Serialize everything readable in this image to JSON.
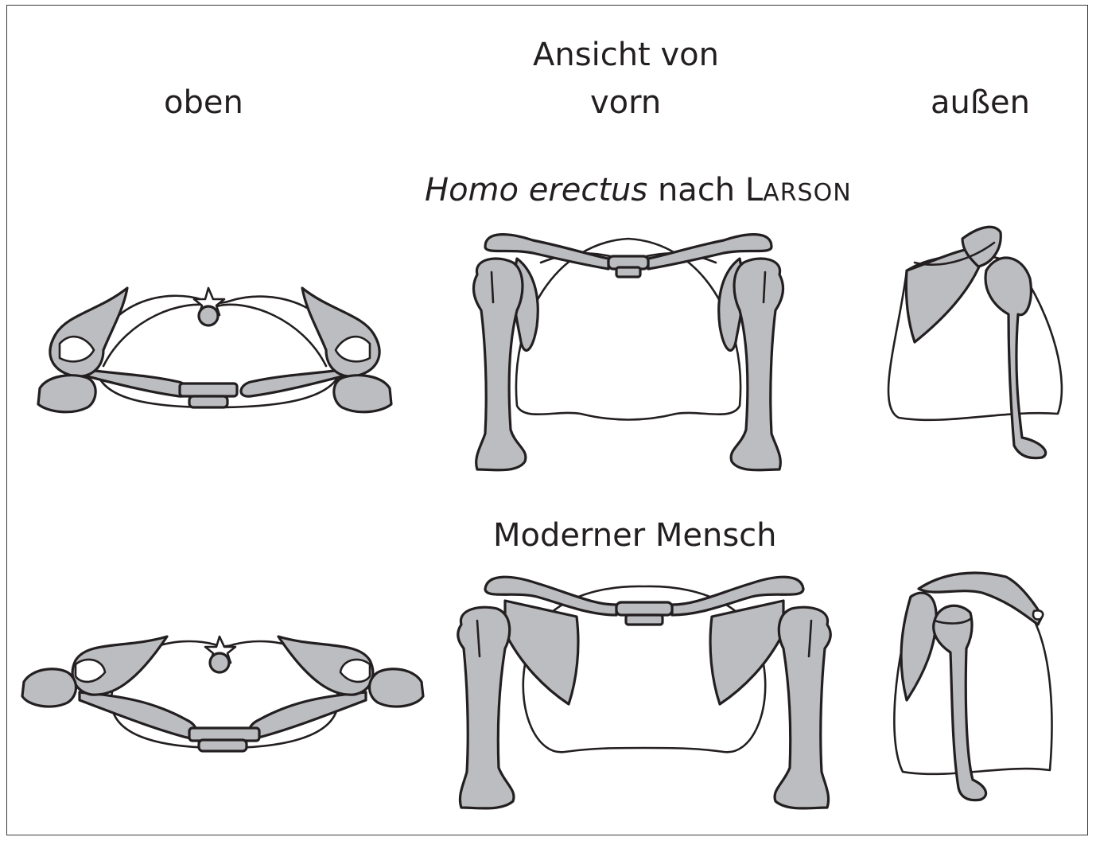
{
  "header": {
    "main": "Ansicht von",
    "view_top": "oben",
    "view_front": "vorn",
    "view_side": "außen"
  },
  "rows": [
    {
      "species": "Homo erectus",
      "middle": " nach ",
      "author_cap": "L",
      "author_rest": "ARSON"
    },
    {
      "title": "Moderner Mensch"
    }
  ],
  "colors": {
    "bone_fill": "#bcbdc0",
    "stroke": "#231f20",
    "frame": "#3a3a3a"
  }
}
